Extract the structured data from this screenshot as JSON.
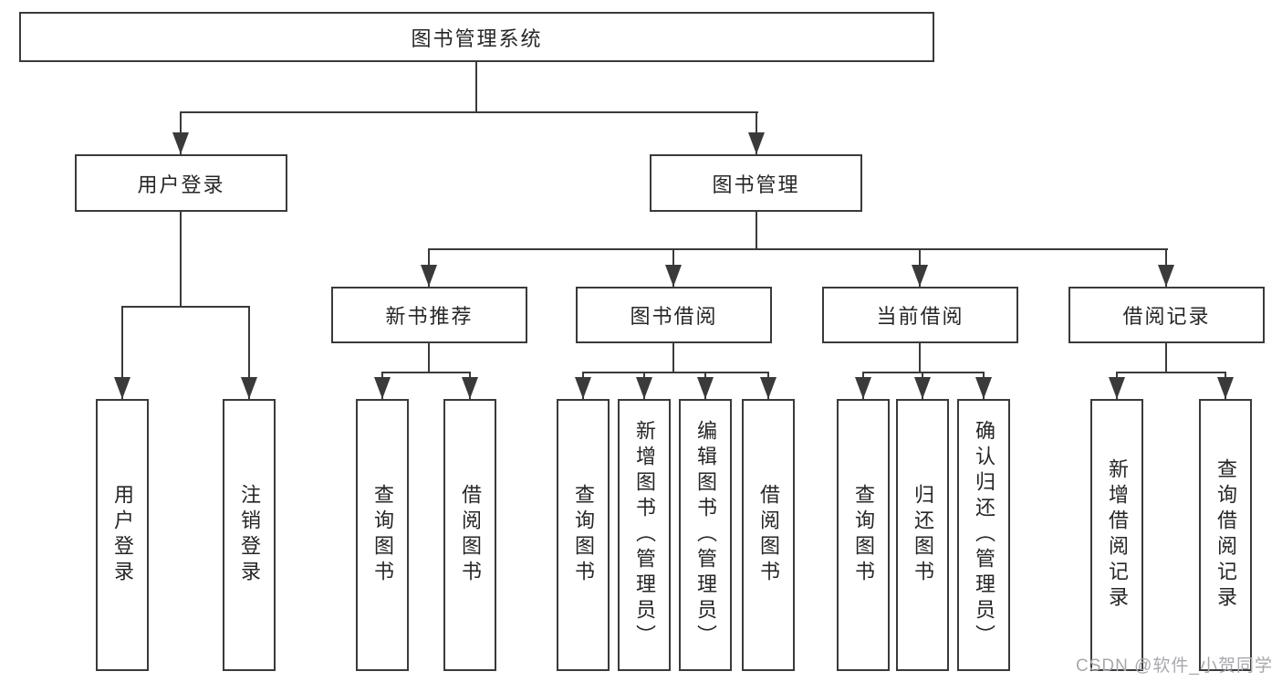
{
  "watermark": "CSDN @软件_小贺同学",
  "colors": {
    "line": "#3a3a3a",
    "text": "#262626",
    "watermark": "#a8a8ad",
    "background": "#ffffff"
  },
  "tree": {
    "root": {
      "label": "图书管理系统"
    },
    "level2": [
      {
        "label": "用户登录",
        "parent": "图书管理系统"
      },
      {
        "label": "图书管理",
        "parent": "图书管理系统"
      }
    ],
    "level3": [
      {
        "label": "新书推荐",
        "parent": "图书管理"
      },
      {
        "label": "图书借阅",
        "parent": "图书管理"
      },
      {
        "label": "当前借阅",
        "parent": "图书管理"
      },
      {
        "label": "借阅记录",
        "parent": "图书管理"
      }
    ],
    "leaves": [
      {
        "label": "用户登录",
        "parent": "用户登录"
      },
      {
        "label": "注销登录",
        "parent": "用户登录"
      },
      {
        "label": "查询图书",
        "parent": "新书推荐"
      },
      {
        "label": "借阅图书",
        "parent": "新书推荐"
      },
      {
        "label": "查询图书",
        "parent": "图书借阅"
      },
      {
        "label": "新增图书（管理员）",
        "parent": "图书借阅"
      },
      {
        "label": "编辑图书（管理员）",
        "parent": "图书借阅"
      },
      {
        "label": "借阅图书",
        "parent": "图书借阅"
      },
      {
        "label": "查询图书",
        "parent": "当前借阅"
      },
      {
        "label": "归还图书",
        "parent": "当前借阅"
      },
      {
        "label": "确认归还（管理员）",
        "parent": "当前借阅"
      },
      {
        "label": "新增借阅记录",
        "parent": "借阅记录"
      },
      {
        "label": "查询借阅记录",
        "parent": "借阅记录"
      }
    ]
  }
}
